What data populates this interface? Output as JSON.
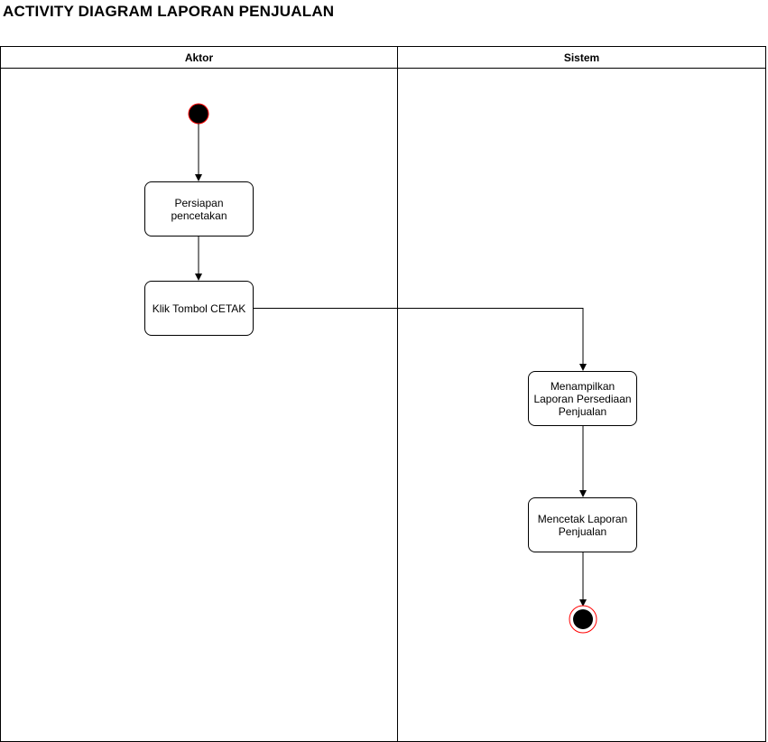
{
  "diagram": {
    "title": "ACTIVITY DIAGRAM LAPORAN PENJUALAN",
    "lanes": [
      {
        "label": "Aktor"
      },
      {
        "label": "Sistem"
      }
    ],
    "activities": [
      {
        "label": "Persiapan\npencetakan"
      },
      {
        "label": "Klik Tombol CETAK"
      },
      {
        "label": "Menampilkan\nLaporan Persediaan\nPenjualan"
      },
      {
        "label": "Mencetak Laporan\nPenjualan"
      }
    ],
    "colors": {
      "stroke": "#000000",
      "node_fill": "#ffffff",
      "initial_fill": "#000000",
      "initial_border": "#ff0000",
      "final_fill": "#000000",
      "final_ring": "#ff0000"
    }
  }
}
